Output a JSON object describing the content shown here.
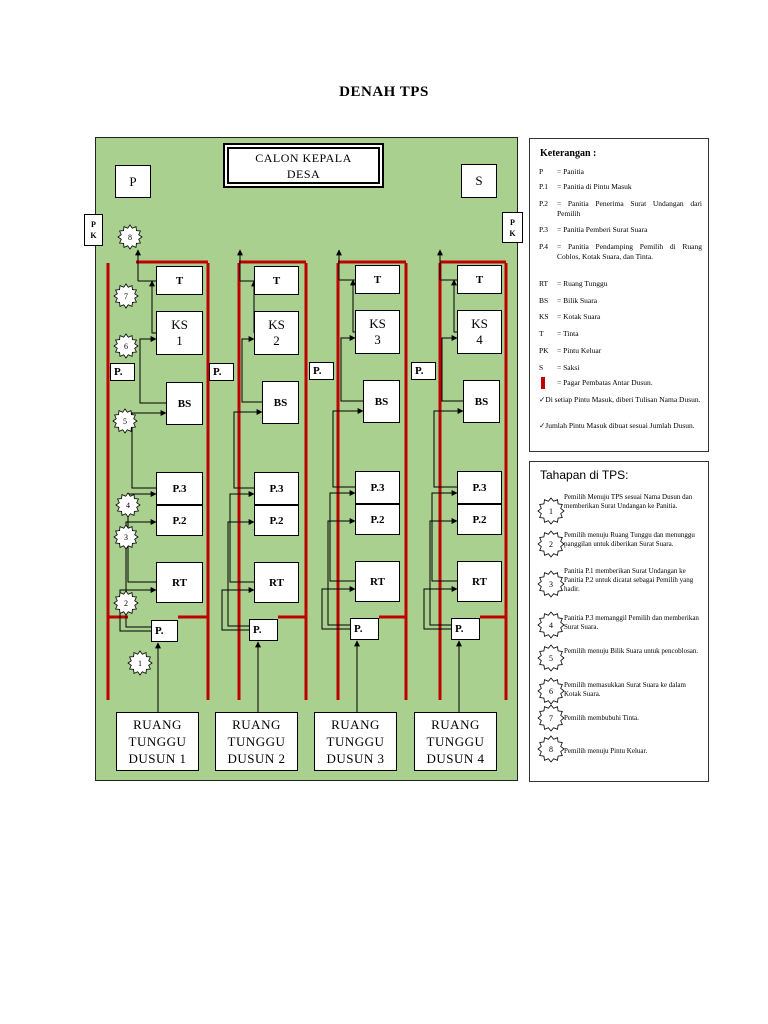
{
  "title": "DENAH TPS",
  "calon": [
    "CALON KEPALA",
    "DESA"
  ],
  "top_left_box": "P",
  "top_right_box": "S",
  "pk_label": [
    "P",
    "K"
  ],
  "columns": [
    {
      "t": "T",
      "ks": [
        "KS",
        "1"
      ],
      "bs": "BS",
      "p3": "P.3",
      "p2": "P.2",
      "rt": "RT",
      "p_side": "P.",
      "p_entry": "P.",
      "ruang": [
        "RUANG",
        "TUNGGU",
        "DUSUN 1"
      ]
    },
    {
      "t": "T",
      "ks": [
        "KS",
        "2"
      ],
      "bs": "BS",
      "p3": "P.3",
      "p2": "P.2",
      "rt": "RT",
      "p_side": "P.",
      "p_entry": "P.",
      "ruang": [
        "RUANG",
        "TUNGGU",
        "DUSUN 2"
      ]
    },
    {
      "t": "T",
      "ks": [
        "KS",
        "3"
      ],
      "bs": "BS",
      "p3": "P.3",
      "p2": "P.2",
      "rt": "RT",
      "p_side": "P.",
      "p_entry": "P.",
      "ruang": [
        "RUANG",
        "TUNGGU",
        "DUSUN 3"
      ]
    },
    {
      "t": "T",
      "ks": [
        "KS",
        "4"
      ],
      "bs": "BS",
      "p3": "P.3",
      "p2": "P.2",
      "rt": "RT",
      "p_side": "P.",
      "p_entry": "P.",
      "ruang": [
        "RUANG",
        "TUNGGU",
        "DUSUN 4"
      ]
    }
  ],
  "step_badges": [
    "1",
    "2",
    "3",
    "4",
    "5",
    "6",
    "7",
    "8"
  ],
  "keterangan": {
    "title": "Keterangan :",
    "items": [
      {
        "key": "P",
        "value": "= Panitia"
      },
      {
        "key": "P.1",
        "value": "= Panitia di Pintu Masuk"
      },
      {
        "key": "P.2",
        "value": "= Panitia Penerima Surat Undangan dari Pemilih"
      },
      {
        "key": "P.3",
        "value": "= Panitia Pemberi Surat Suara"
      },
      {
        "key": "P.4",
        "value": "= Panitia Pendamping Pemilih di Ruang Coblos, Kotak Suara, dan Tinta."
      },
      {
        "key": "RT",
        "value": "= Ruang Tunggu"
      },
      {
        "key": "BS",
        "value": "= Bilik Suara"
      },
      {
        "key": "KS",
        "value": "= Kotak Suara"
      },
      {
        "key": "T",
        "value": "= Tinta"
      },
      {
        "key": "PK",
        "value": "= Pintu Keluar"
      },
      {
        "key": "S",
        "value": "= Saksi"
      },
      {
        "key": "",
        "value": "= Pagar Pembatas Antar Dusun."
      }
    ],
    "notes": [
      "✓Di setiap Pintu Masuk, diberi Tulisan Nama Dusun.",
      "✓Jumlah Pintu Masuk dibuat sesuai Jumlah Dusun."
    ]
  },
  "tahapan": {
    "title": "Tahapan di TPS:",
    "steps": [
      {
        "n": "1",
        "text": "Pemilih Menuju TPS sesuai Nama Dusun dan memberikan Surat Undangan ke Panitia."
      },
      {
        "n": "2",
        "text": "Pemilih menuju Ruang Tunggu dan menunggu panggilan untuk diberikan Surat Suara."
      },
      {
        "n": "3",
        "text": "Panitia P.1 memberikan Surat Undangan ke Panitia P.2 untuk dicatat sebagai Pemilih yang hadir."
      },
      {
        "n": "4",
        "text": "Panitia P.3 memanggil Pemilih dan memberikan Surat Suara."
      },
      {
        "n": "5",
        "text": "Pemilih menuju Bilik Suara untuk pencoblosan."
      },
      {
        "n": "6",
        "text": "Pemilih memasukkan Surat Suara ke dalam Kotak Suara."
      },
      {
        "n": "7",
        "text": "Pemilih membubuhi Tinta."
      },
      {
        "n": "8",
        "text": "Pemilih menuju Pintu Keluar."
      }
    ]
  },
  "colors": {
    "floor": "#a9d08e",
    "fence": "#c00000",
    "box": "#ffffff",
    "line": "#000000"
  }
}
